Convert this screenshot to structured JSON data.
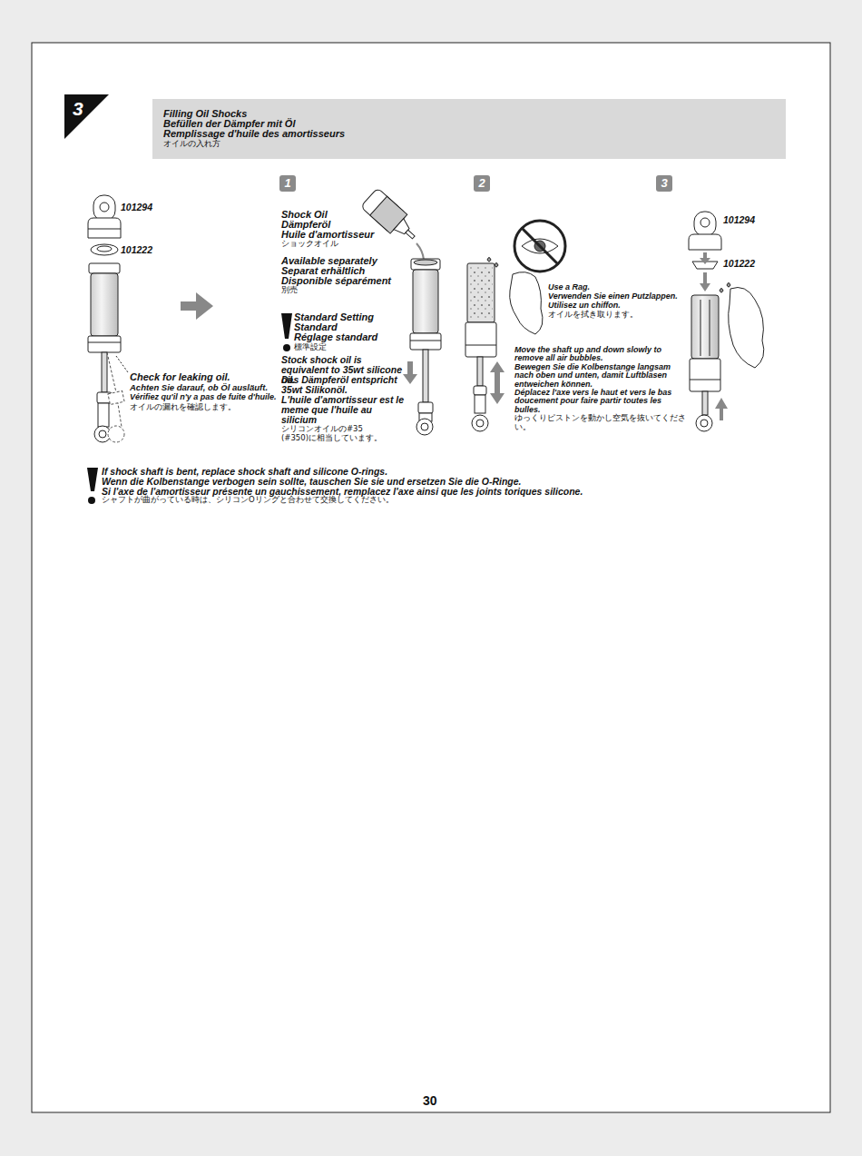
{
  "diagram": {
    "title": "Filling Oil Shocks",
    "nodes": [
      {
        "text": [
          "3"
        ]
      },
      {
        "text": [
          "Filling Oil Shocks",
          "Befüllen der Dämpfer mit Öl",
          "Remplissage d'huile des amortisseurs",
          "オイルの入れ方"
        ]
      },
      {
        "text": [
          "1"
        ]
      },
      {
        "text": [
          "2"
        ]
      },
      {
        "text": [
          "3"
        ]
      }
    ],
    "labels": [
      "101294",
      "101222",
      "Check for leaking oil.",
      "Achten Sie darauf, ob Öl ausläuft.",
      "Vérifiez qu'il n'y a pas de fuite d'huile.",
      "オイルの漏れを確認します。",
      "Shock Oil",
      "Dämpferöl",
      "Huile d'amortisseur",
      "ショックオイル",
      "Available separately",
      "Separat erhältlich",
      "Disponible séparément",
      "別売",
      "Standard Setting",
      "Standard",
      "Réglage standard",
      "標準設定",
      "Stock shock oil is equivalent to 35wt silicone oil.",
      "Das Dämpferöl entspricht 35wt Silikonöl.",
      "L'huile d'amortisseur est le meme que l'huile au silicium",
      "シリコンオイルの#35 (#350)に相当しています。",
      "Use a Rag.",
      "Verwenden Sie einen Putzlappen.",
      "Utilisez un chiffon.",
      "オイルを拭き取ります。",
      "Move the shaft up and down slowly to remove all air bubbles.",
      "Bewegen Sie die Kolbenstange langsam nach oben und unten, damit Luftblasen entweichen können.",
      "Déplacez l'axe vers le haut et vers le bas doucement pour faire partir toutes les bulles.",
      "ゆっくりピストンを動かし空気を抜いてください。",
      "101294",
      "101222",
      "If shock shaft is bent, replace shock shaft and silicone O-rings.",
      "Wenn die Kolbenstange verbogen sein sollte, tauschen Sie sie und ersetzen Sie die O-Ringe.",
      "Si l'axe de l'amortisseur présente un gauchissement, remplacez l'axe ainsi que les joints toriques silicone.",
      "シャフトが曲がっている時は、シリコンOリングと合わせて交換してください。",
      "30"
    ]
  }
}
